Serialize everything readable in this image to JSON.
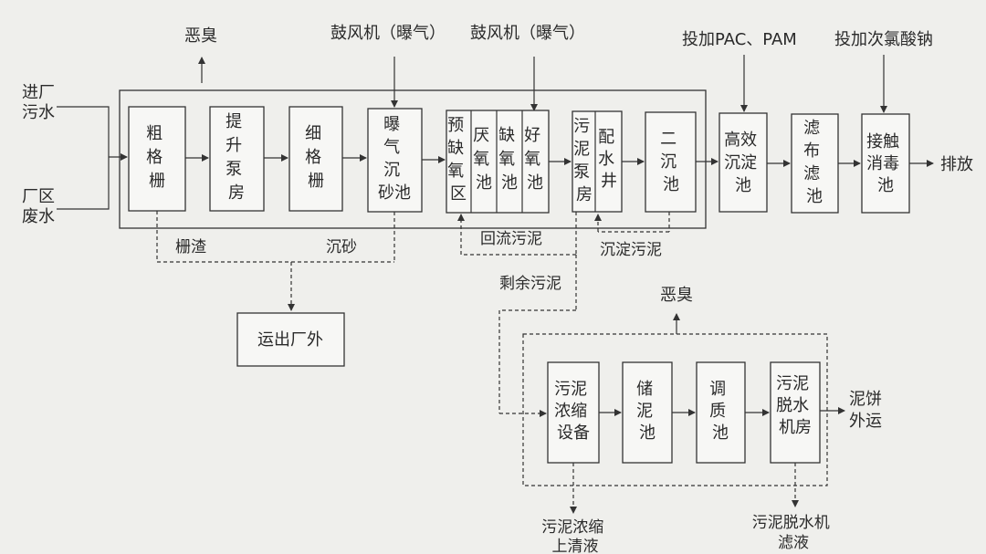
{
  "inputs": {
    "influent_lines": [
      "进厂",
      "污水"
    ],
    "plant_wastewater_lines": [
      "厂区",
      "废水"
    ]
  },
  "top_labels": {
    "odor_top": "恶臭",
    "blower1": "鼓风机（曝气）",
    "blower2": "鼓风机（曝气）",
    "pac_pam": "投加PAC、PAM",
    "hypochlorite": "投加次氯酸钠"
  },
  "units": {
    "coarse_screen": [
      "粗",
      "格",
      "栅"
    ],
    "lift_pump": [
      "提",
      "升",
      "泵",
      "房"
    ],
    "fine_screen": [
      "细",
      "格",
      "栅"
    ],
    "aerated_grit": [
      "曝",
      "气",
      "沉",
      "砂池"
    ],
    "preanoxic": [
      "预",
      "缺",
      "氧",
      "区"
    ],
    "anaerobic": [
      "厌",
      "氧",
      "池"
    ],
    "anoxic": [
      "缺",
      "氧",
      "池"
    ],
    "aerobic": [
      "好",
      "氧",
      "池"
    ],
    "sludge_pump": [
      "污",
      "泥",
      "泵",
      "房"
    ],
    "distribution_well": [
      "配",
      "水",
      "井"
    ],
    "secondary_clarifier": [
      "二",
      "沉",
      "池"
    ],
    "high_eff_clarifier": [
      "高效",
      "沉淀",
      "池"
    ],
    "cloth_filter": [
      "滤",
      "布",
      "滤",
      "池"
    ],
    "contact_disinfection": [
      "接触",
      "消毒",
      "池"
    ],
    "haul_out": "运出厂外",
    "thickener": [
      "污泥",
      "浓缩",
      "设备"
    ],
    "sludge_storage": [
      "储",
      "泥",
      "池"
    ],
    "conditioning": [
      "调",
      "质",
      "池"
    ],
    "dewatering": [
      "污泥",
      "脱水",
      "机房"
    ]
  },
  "flow_labels": {
    "discharge": "排放",
    "screenings": "栅渣",
    "grit": "沉砂",
    "return_sludge": "回流污泥",
    "settled_sludge": "沉淀污泥",
    "excess_sludge": "剩余污泥",
    "odor_sludge": "恶臭",
    "cake_lines": [
      "泥饼",
      "外运"
    ],
    "supernatant_lines": [
      "污泥浓缩",
      "上清液"
    ],
    "filtrate_lines": [
      "污泥脱水机",
      "滤液"
    ]
  }
}
